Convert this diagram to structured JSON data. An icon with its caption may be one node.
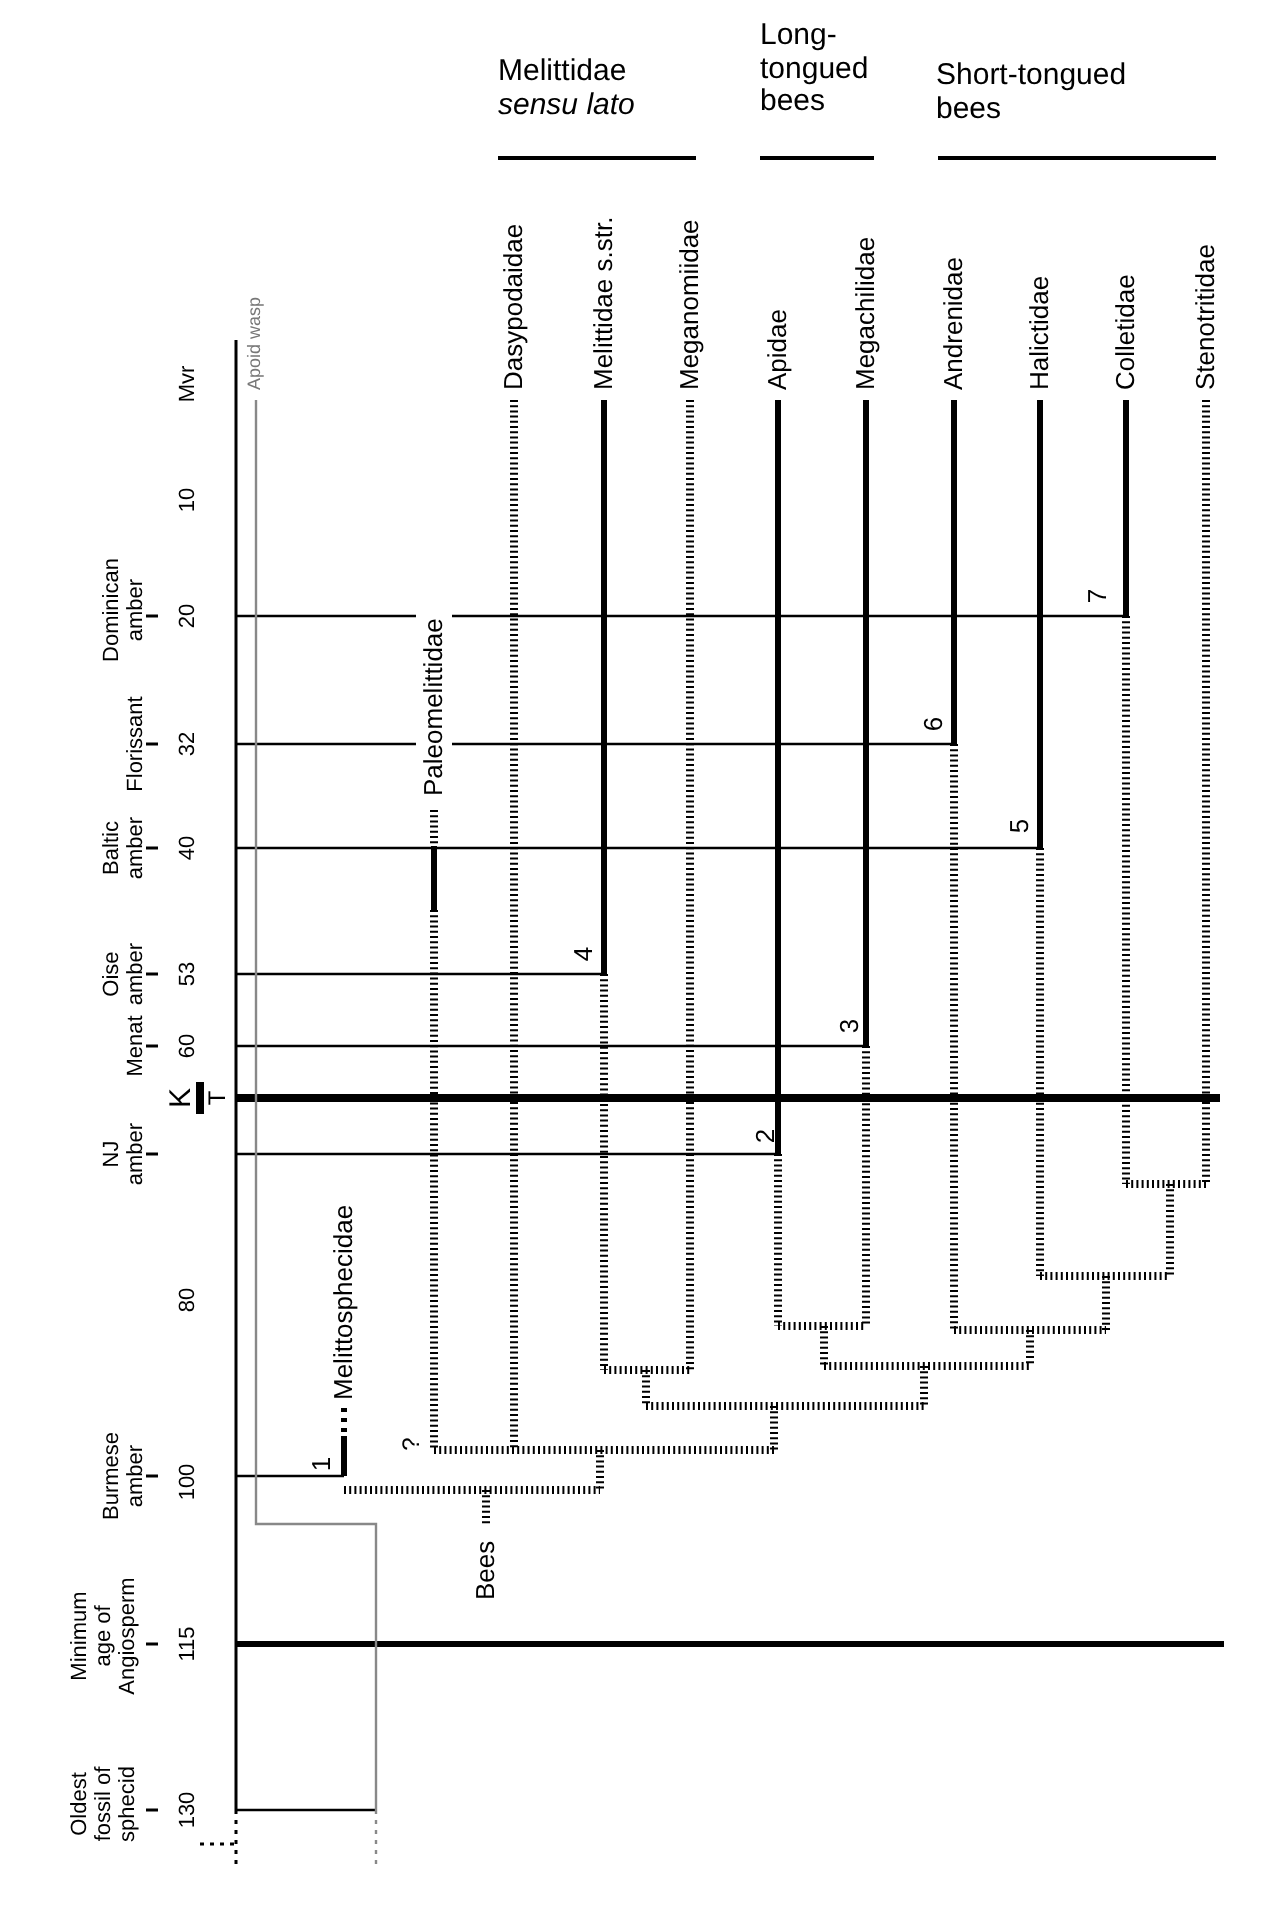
{
  "diagram": {
    "labels": [
      "Melittidae *sensu lato*",
      "Long-tongued bees",
      "Short-tongued bees",
      "Apoid wasp",
      "Dasypodaidae",
      "Melittidae s.str.",
      "Meganomiidae",
      "Apidae",
      "Megachilidae",
      "Andrenidae",
      "Halictidae",
      "Colletidae",
      "Stenotritidae",
      "Paleomelittidae",
      "Mvr",
      "10",
      "Dominican amber",
      "20",
      "Florissant",
      "32",
      "Baltic amber",
      "40",
      "Oise amber",
      "53",
      "Menat",
      "60",
      "K",
      "T",
      "NJ amber",
      "80",
      "Burmese amber",
      "100",
      "Minimum age of Angiosperm",
      "115",
      "Oldest fossil of sphecid",
      "130",
      "7",
      "6",
      "5",
      "4",
      "3",
      "2",
      "Melittosphecidae",
      "1",
      "?",
      "Bees"
    ]
  }
}
